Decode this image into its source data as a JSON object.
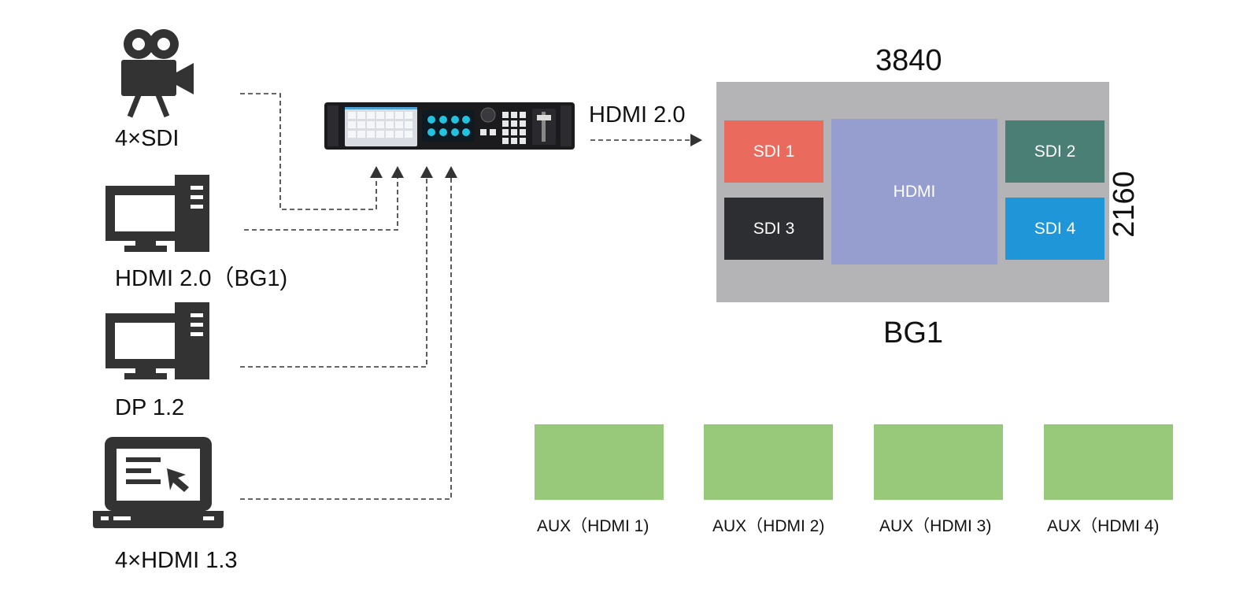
{
  "sources": [
    {
      "label": "4×SDI",
      "icon": "video-camera-icon"
    },
    {
      "label": "HDMI 2.0（BG1)",
      "icon": "desktop-computer-icon"
    },
    {
      "label": "DP 1.2",
      "icon": "desktop-computer-icon"
    },
    {
      "label": "4×HDMI 1.3",
      "icon": "laptop-icon"
    }
  ],
  "device": {
    "icon": "video-processor-icon"
  },
  "output": {
    "label": "HDMI 2.0"
  },
  "canvas": {
    "width_label": "3840",
    "height_label": "2160",
    "name": "BG1",
    "windows": [
      {
        "label": "SDI 1",
        "color": "#ea6b5e"
      },
      {
        "label": "HDMI",
        "color": "#969dcf"
      },
      {
        "label": "SDI 2",
        "color": "#4a7f76"
      },
      {
        "label": "SDI 3",
        "color": "#2d2e32"
      },
      {
        "label": "SDI 4",
        "color": "#1f96d8"
      }
    ]
  },
  "aux": [
    {
      "label": "AUX（HDMI 1)"
    },
    {
      "label": "AUX（HDMI 2)"
    },
    {
      "label": "AUX（HDMI 3)"
    },
    {
      "label": "AUX（HDMI 4)"
    }
  ],
  "colors": {
    "aux_fill": "#98c97a",
    "canvas_fill": "#b4b4b6",
    "icon": "#333333"
  }
}
